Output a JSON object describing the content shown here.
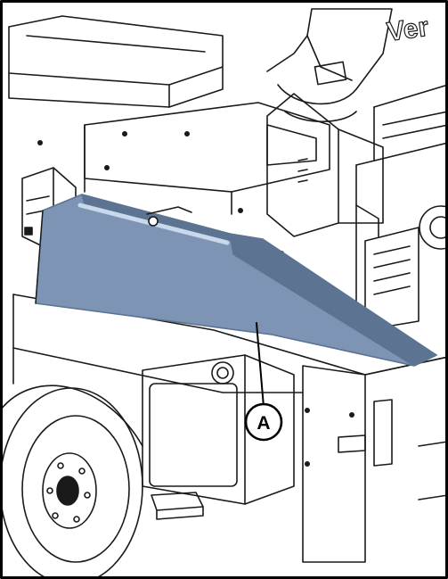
{
  "figure": {
    "brand_text": "Ver",
    "callouts": [
      {
        "id": "A",
        "label": "A"
      }
    ],
    "highlight_color": "#7d94b5",
    "highlight_edge_color": "#5c7391",
    "highlight_rod_color": "#c9d9ec",
    "line_color": "#1a1a1a",
    "frame_color": "#000000"
  }
}
